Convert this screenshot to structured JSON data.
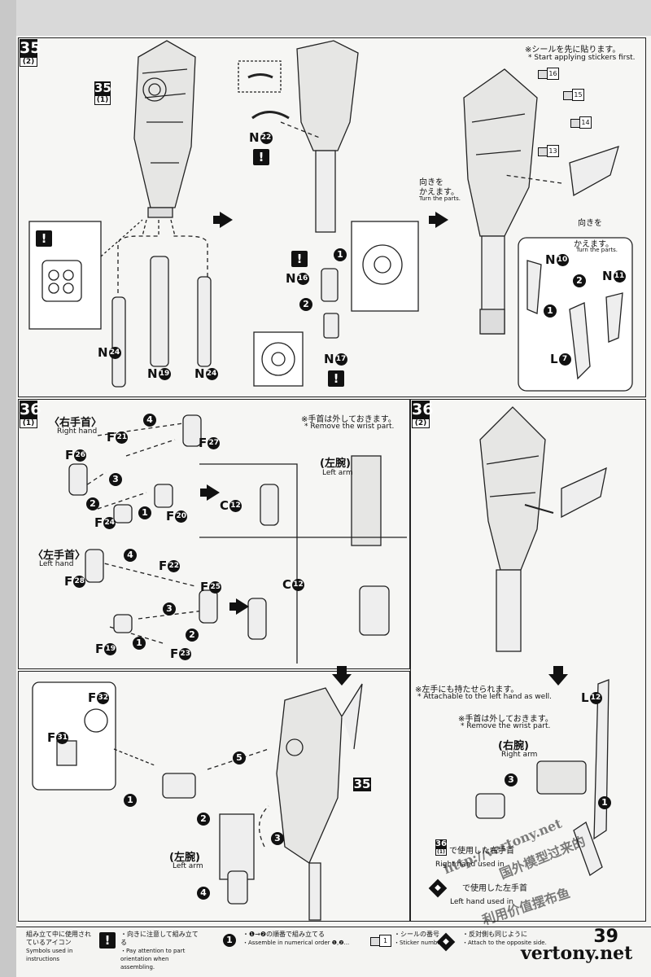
{
  "steps": {
    "s35_2": {
      "num": "35",
      "sub": "(2)"
    },
    "s35_1_ref": {
      "num": "35",
      "sub": "(1)"
    },
    "s36_1": {
      "num": "36",
      "sub": "(1)"
    },
    "s36_2": {
      "num": "36",
      "sub": "(2)"
    },
    "s35_ref": {
      "num": "35"
    }
  },
  "sticker_note": {
    "jp": "※シールを先に貼ります。",
    "en": "* Start applying stickers first."
  },
  "stickers": [
    "16",
    "15",
    "14",
    "13"
  ],
  "turn_note": {
    "jp": "向きを\nかえます。",
    "en": "Turn the parts."
  },
  "turn_note_jp_1": "向きを",
  "turn_note_jp_2": "かえます。",
  "turn_note_en": "Turn the parts.",
  "parts": {
    "n24a": {
      "letter": "N",
      "num": "24"
    },
    "n19": {
      "letter": "N",
      "num": "19"
    },
    "n24b": {
      "letter": "N",
      "num": "24"
    },
    "n22": {
      "letter": "N",
      "num": "22"
    },
    "n16": {
      "letter": "N",
      "num": "16"
    },
    "n17": {
      "letter": "N",
      "num": "17"
    },
    "n10": {
      "letter": "N",
      "num": "10"
    },
    "n11": {
      "letter": "N",
      "num": "11"
    },
    "l7": {
      "letter": "L",
      "num": "7"
    },
    "f26": {
      "letter": "F",
      "num": "26"
    },
    "f21": {
      "letter": "F",
      "num": "21"
    },
    "f27": {
      "letter": "F",
      "num": "27"
    },
    "f24": {
      "letter": "F",
      "num": "24"
    },
    "f20": {
      "letter": "F",
      "num": "20"
    },
    "c12a": {
      "letter": "C",
      "num": "12"
    },
    "f28": {
      "letter": "F",
      "num": "28"
    },
    "f22": {
      "letter": "F",
      "num": "22"
    },
    "f25": {
      "letter": "F",
      "num": "25"
    },
    "f19": {
      "letter": "F",
      "num": "19"
    },
    "f23": {
      "letter": "F",
      "num": "23"
    },
    "c12b": {
      "letter": "C",
      "num": "12"
    },
    "f32": {
      "letter": "F",
      "num": "32"
    },
    "f31": {
      "letter": "F",
      "num": "31"
    },
    "l12": {
      "letter": "L",
      "num": "12"
    }
  },
  "right_hand": {
    "jp": "〈右手首〉",
    "en": "Right hand"
  },
  "left_hand": {
    "jp": "〈左手首〉",
    "en": "Left hand"
  },
  "wrist_note": {
    "jp": "※手首は外しておきます。",
    "en": "* Remove the wrist part."
  },
  "left_arm": {
    "jp": "(左腕)",
    "en": "Left arm"
  },
  "right_arm": {
    "jp": "(右腕)",
    "en": "Right arm"
  },
  "attach_note": {
    "jp": "※左手にも持たせられます。",
    "en": "* Attachable to the left hand as well."
  },
  "used_right": {
    "jp": "で使用した右手首",
    "en": "Right hand used in"
  },
  "used_left": {
    "jp": "で使用した左手首",
    "en": "Left hand used in"
  },
  "footer": {
    "icons_title_jp": "組み立て中に使用されているアイコン",
    "icons_title_en": "Symbols used in instructions",
    "orient_jp": "・向きに注意して組み立てる",
    "orient_en": "・Pay attention to part orientation when assembling.",
    "order_jp": "・❶→❷の順番で組み立てる",
    "order_en": "・Assemble in numerical order ❶,❷...",
    "sticker_jp": "・シールの番号",
    "sticker_en": "・Sticker number",
    "opposite_jp": "・反対側も同じように",
    "opposite_en": "・Attach to the opposite side."
  },
  "page_number": "39",
  "watermarks": [
    "http://vertony.net",
    "国外模型过来的",
    "利用价值摆布鱼",
    "vertony.net"
  ],
  "colors": {
    "ink": "#111111",
    "paper": "#f4f4f2"
  }
}
